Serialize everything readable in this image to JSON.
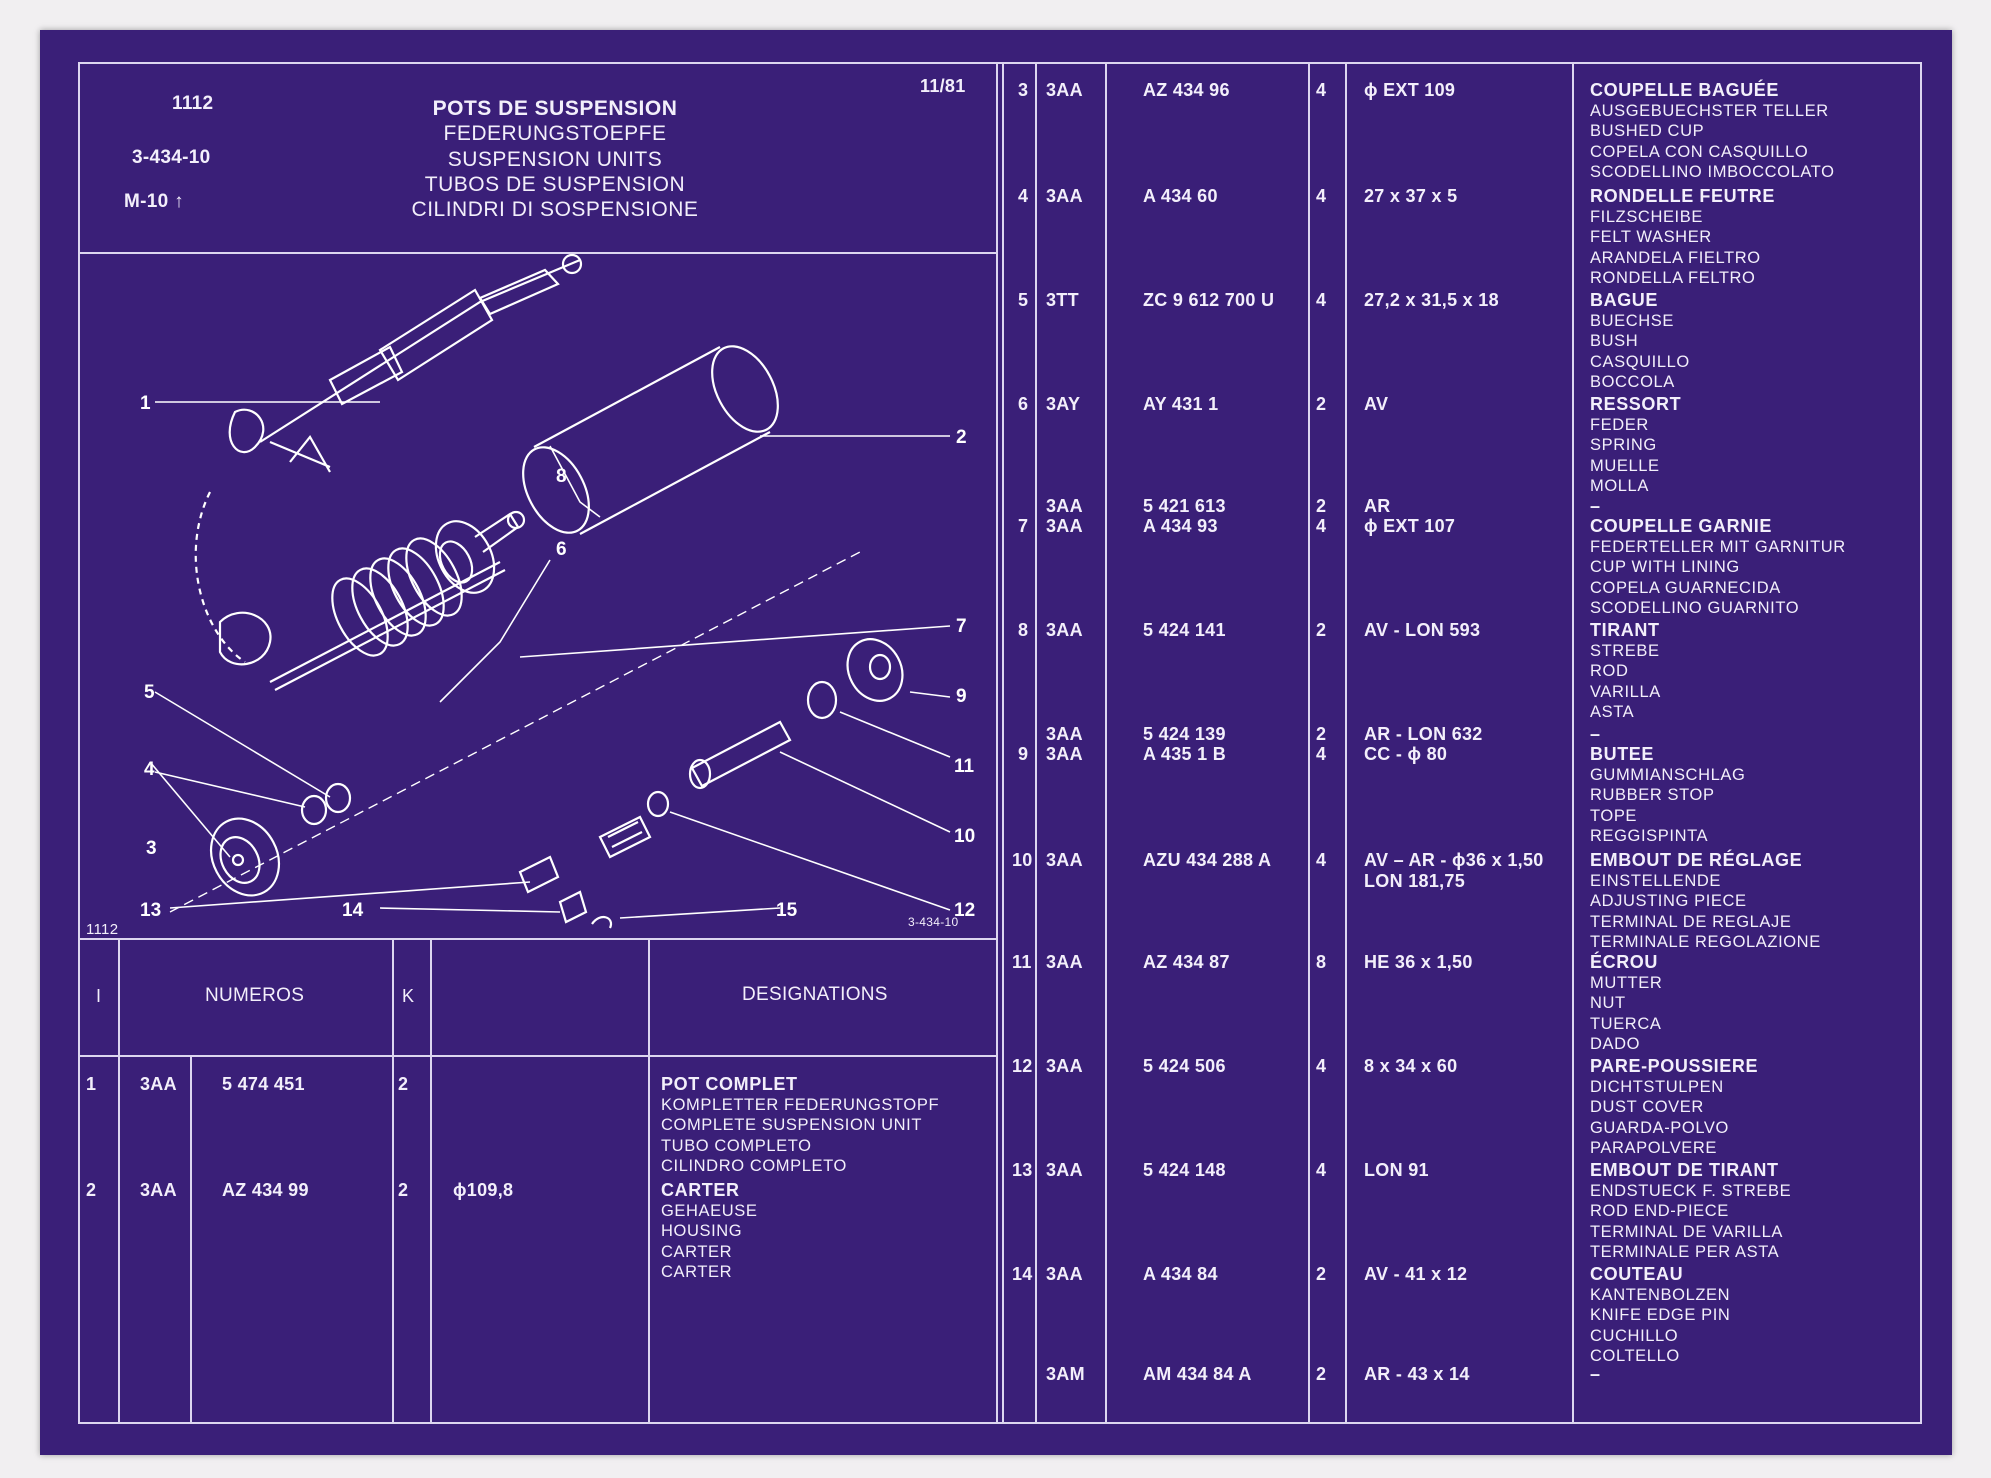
{
  "header": {
    "code": "1112",
    "reference": "3-434-10",
    "model": "M-10",
    "date": "11/81",
    "titles": [
      "POTS DE SUSPENSION",
      "FEDERUNGSTOEPFE",
      "SUSPENSION UNITS",
      "TUBOS DE SUSPENSION",
      "CILINDRI DI SOSPENSIONE"
    ]
  },
  "drawing": {
    "code_bottom_left": "1112",
    "code_bottom_right": "3-434-10",
    "callouts": [
      "1",
      "2",
      "3",
      "4",
      "5",
      "6",
      "7",
      "8",
      "9",
      "10",
      "11",
      "12",
      "13",
      "14",
      "15"
    ]
  },
  "table_headers": {
    "index": "I",
    "numbers": "NUMEROS",
    "qty": "K",
    "designations": "DESIGNATIONS"
  },
  "left_rows": [
    {
      "item": "1",
      "group": "3AA",
      "number": "5 474 451",
      "qty": "2",
      "spec": "",
      "desc": [
        "POT COMPLET",
        "KOMPLETTER FEDERUNGSTOPF",
        "COMPLETE SUSPENSION UNIT",
        "TUBO COMPLETO",
        "CILINDRO COMPLETO"
      ]
    },
    {
      "item": "2",
      "group": "3AA",
      "number": "AZ 434   99",
      "qty": "2",
      "spec": "ϕ109,8",
      "desc": [
        "CARTER",
        "GEHAEUSE",
        "HOUSING",
        "CARTER",
        "CARTER"
      ]
    }
  ],
  "right_rows": [
    {
      "item": "3",
      "group": "3AA",
      "number": "AZ 434   96",
      "qty": "4",
      "spec": "ϕ EXT 109",
      "desc": [
        "COUPELLE BAGUÉE",
        "AUSGEBUECHSTER TELLER",
        "BUSHED CUP",
        "COPELA CON CASQUILLO",
        "SCODELLINO IMBOCCOLATO"
      ]
    },
    {
      "item": "4",
      "group": "3AA",
      "number": "A 434   60",
      "qty": "4",
      "spec": "27 x 37 x 5",
      "desc": [
        "RONDELLE FEUTRE",
        "FILZSCHEIBE",
        "FELT WASHER",
        "ARANDELA FIELTRO",
        "RONDELLA FELTRO"
      ]
    },
    {
      "item": "5",
      "group": "3TT",
      "number": "ZC 9 612 700 U",
      "qty": "4",
      "spec": "27,2 x 31,5 x 18",
      "desc": [
        "BAGUE",
        "BUECHSE",
        "BUSH",
        "CASQUILLO",
        "BOCCOLA"
      ]
    },
    {
      "item": "6",
      "group": "3AY",
      "number": "AY 431    1",
      "qty": "2",
      "spec": "AV",
      "desc": [
        "RESSORT",
        "FEDER",
        "SPRING",
        "MUELLE",
        "MOLLA"
      ]
    },
    {
      "item": "",
      "group": "3AA",
      "number": "5 421 613",
      "qty": "2",
      "spec": "AR",
      "desc": [
        "–"
      ]
    },
    {
      "item": "7",
      "group": "3AA",
      "number": "A 434   93",
      "qty": "4",
      "spec": "ϕ EXT 107",
      "desc": [
        "COUPELLE GARNIE",
        "FEDERTELLER MIT GARNITUR",
        "CUP WITH LINING",
        "COPELA GUARNECIDA",
        "SCODELLINO GUARNITO"
      ]
    },
    {
      "item": "8",
      "group": "3AA",
      "number": "5 424 141",
      "qty": "2",
      "spec": "AV - LON 593",
      "desc": [
        "TIRANT",
        "STREBE",
        "ROD",
        "VARILLA",
        "ASTA"
      ]
    },
    {
      "item": "",
      "group": "3AA",
      "number": "5 424 139",
      "qty": "2",
      "spec": "AR - LON 632",
      "desc": [
        "–"
      ]
    },
    {
      "item": "9",
      "group": "3AA",
      "number": "A 435    1 B",
      "qty": "4",
      "spec": "CC - ϕ 80",
      "desc": [
        "BUTEE",
        "GUMMIANSCHLAG",
        "RUBBER STOP",
        "TOPE",
        "REGGISPINTA"
      ]
    },
    {
      "item": "10",
      "group": "3AA",
      "number": "AZU 434 288 A",
      "qty": "4",
      "spec": "AV – AR - ϕ36 x 1,50",
      "spec2": "LON 181,75",
      "desc": [
        "EMBOUT DE RÉGLAGE",
        "EINSTELLENDE",
        "ADJUSTING PIECE",
        "TERMINAL DE REGLAJE",
        "TERMINALE REGOLAZIONE"
      ]
    },
    {
      "item": "11",
      "group": "3AA",
      "number": "AZ 434   87",
      "qty": "8",
      "spec": "HE 36 x 1,50",
      "desc": [
        "ÉCROU",
        "MUTTER",
        "NUT",
        "TUERCA",
        "DADO"
      ]
    },
    {
      "item": "12",
      "group": "3AA",
      "number": "5 424 506",
      "qty": "4",
      "spec": "8 x 34 x 60",
      "desc": [
        "PARE-POUSSIERE",
        "DICHTSTULPEN",
        "DUST COVER",
        "GUARDA-POLVO",
        "PARAPOLVERE"
      ]
    },
    {
      "item": "13",
      "group": "3AA",
      "number": "5 424 148",
      "qty": "4",
      "spec": "LON 91",
      "desc": [
        "EMBOUT DE TIRANT",
        "ENDSTUECK F. STREBE",
        "ROD END-PIECE",
        "TERMINAL DE VARILLA",
        "TERMINALE PER ASTA"
      ]
    },
    {
      "item": "14",
      "group": "3AA",
      "number": "A 434   84",
      "qty": "2",
      "spec": "AV -  41 x 12",
      "desc": [
        "COUTEAU",
        "KANTENBOLZEN",
        "KNIFE EDGE PIN",
        "CUCHILLO",
        "COLTELLO"
      ]
    },
    {
      "item": "",
      "group": "3AM",
      "number": "AM 434   84 A",
      "qty": "2",
      "spec": "AR - 43 x 14",
      "desc": [
        "–"
      ]
    }
  ],
  "colors": {
    "sheet": "#3a1f78",
    "lines": "#ddd6f0",
    "text": "#f3effb"
  }
}
